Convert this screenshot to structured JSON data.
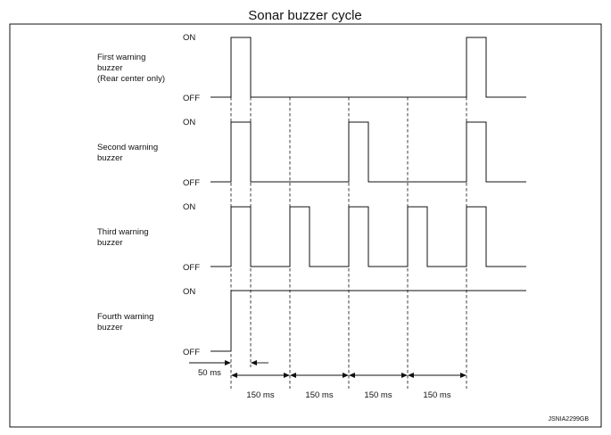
{
  "title": "Sonar buzzer cycle",
  "on_label": "ON",
  "off_label": "OFF",
  "buzzers": [
    {
      "name_lines": [
        "First warning",
        "buzzer",
        "(Rear center only)"
      ]
    },
    {
      "name_lines": [
        "Second warning",
        "buzzer"
      ]
    },
    {
      "name_lines": [
        "Third warning",
        "buzzer"
      ]
    },
    {
      "name_lines": [
        "Fourth warning",
        "buzzer"
      ]
    }
  ],
  "pulse_width_label": "50 ms",
  "cycle_labels": [
    "150 ms",
    "150 ms",
    "150 ms",
    "150 ms"
  ],
  "figure_code": "JSNIA2299GB"
}
